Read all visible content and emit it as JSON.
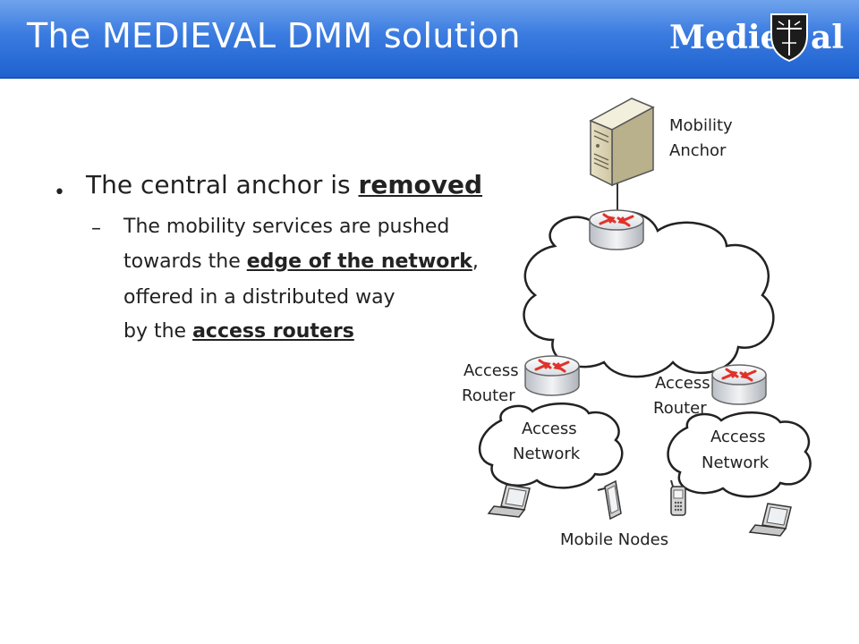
{
  "header": {
    "title": "The MEDIEVAL DMM solution",
    "logo_text": "MedieVal"
  },
  "bullets": {
    "main_prefix": "The central anchor is ",
    "main_emphasis": "removed",
    "sub_line1": "The mobility services are pushed",
    "sub_line2_prefix": "towards the ",
    "sub_line2_emphasis": "edge of the network",
    "sub_line2_suffix": ",",
    "sub_line3": "offered in a distributed way",
    "sub_line4_prefix": "by the ",
    "sub_line4_emphasis": "access routers"
  },
  "diagram": {
    "mobility_anchor_line1": "Mobility",
    "mobility_anchor_line2": "Anchor",
    "access_router_left_line1": "Access",
    "access_router_left_line2": "Router",
    "access_router_right_line1": "Access",
    "access_router_right_line2": "Router",
    "access_network_left_line1": "Access",
    "access_network_left_line2": "Network",
    "access_network_right_line1": "Access",
    "access_network_right_line2": "Network",
    "mobile_nodes": "Mobile Nodes"
  },
  "colors": {
    "header_blue": "#3a7be0",
    "router_arrow_red": "#e0322a"
  }
}
